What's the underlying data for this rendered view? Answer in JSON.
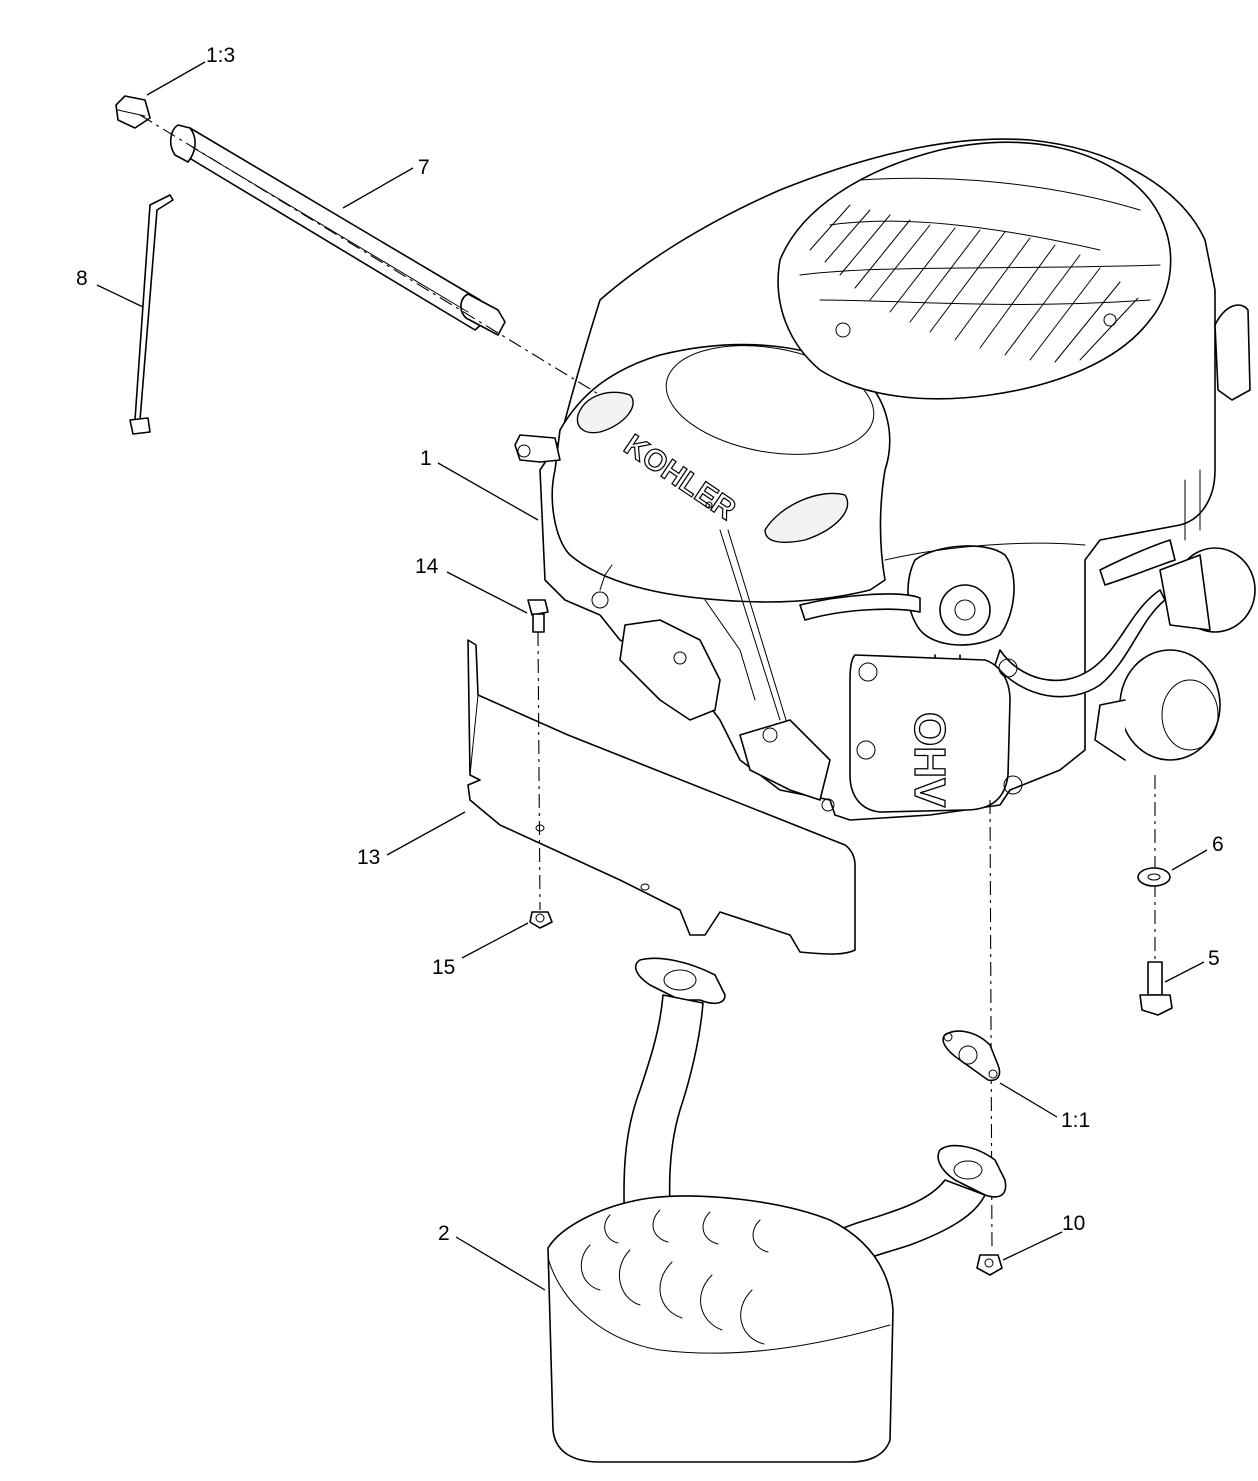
{
  "diagram": {
    "engine_brand_text": "KOHLER",
    "valve_cover_text": "OHV",
    "callouts": [
      {
        "id": "c-1-3",
        "label": "1:3"
      },
      {
        "id": "c-7",
        "label": "7"
      },
      {
        "id": "c-8",
        "label": "8"
      },
      {
        "id": "c-1",
        "label": "1"
      },
      {
        "id": "c-14",
        "label": "14"
      },
      {
        "id": "c-13",
        "label": "13"
      },
      {
        "id": "c-15",
        "label": "15"
      },
      {
        "id": "c-6",
        "label": "6"
      },
      {
        "id": "c-5",
        "label": "5"
      },
      {
        "id": "c-1-1",
        "label": "1:1"
      },
      {
        "id": "c-2",
        "label": "2"
      },
      {
        "id": "c-10",
        "label": "10"
      }
    ]
  }
}
